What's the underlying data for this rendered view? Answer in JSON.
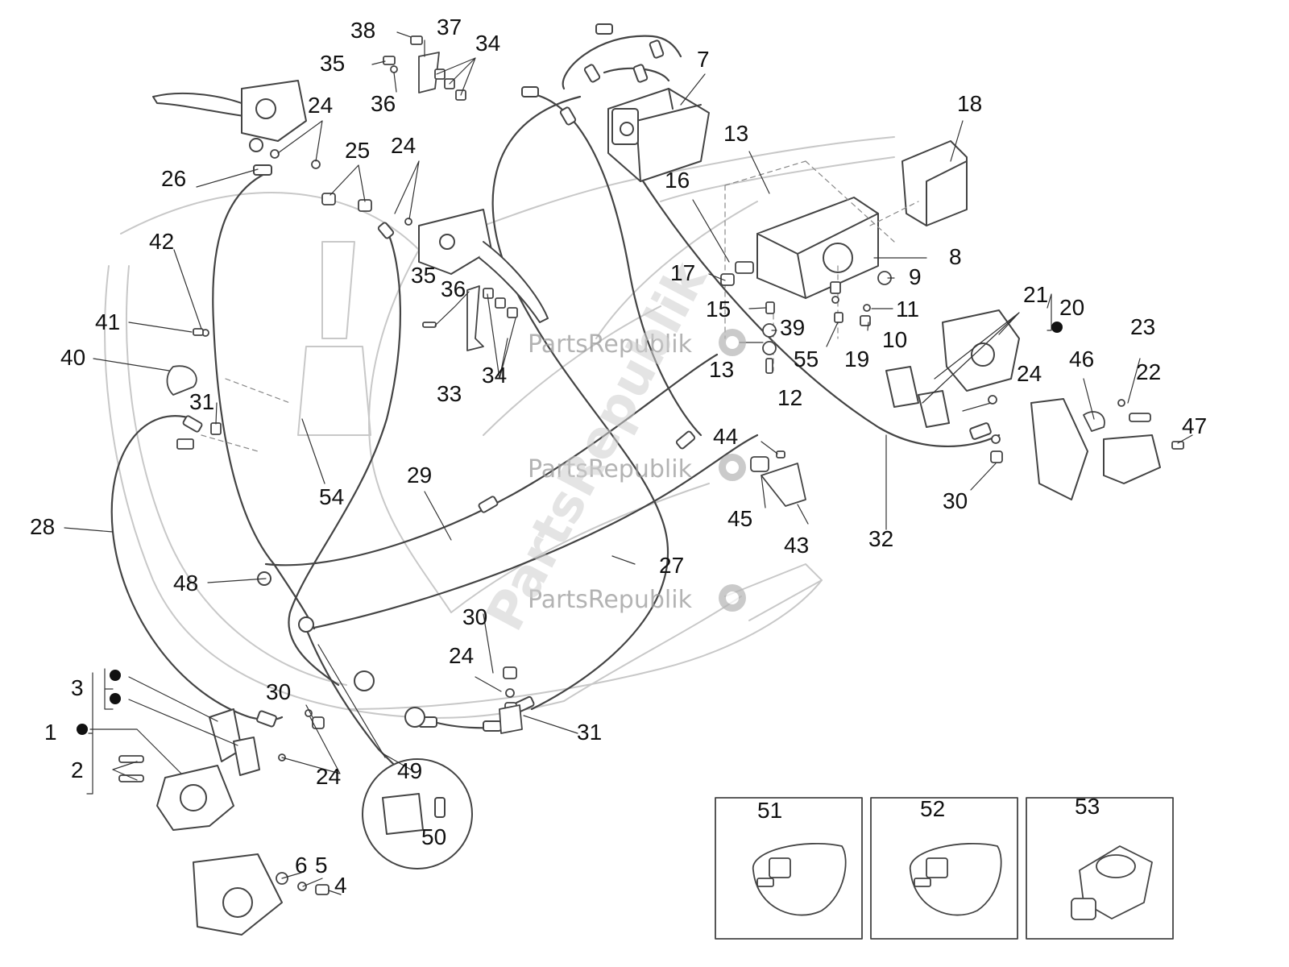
{
  "watermark": {
    "brand": "PartsRepublik",
    "diagonal": "PartsRepublik"
  },
  "callouts": [
    "38",
    "37",
    "34",
    "35",
    "36",
    "7",
    "24",
    "18",
    "25",
    "24",
    "26",
    "13",
    "16",
    "42",
    "35",
    "36",
    "8",
    "17",
    "9",
    "15",
    "11",
    "21",
    "20",
    "41",
    "39",
    "10",
    "40",
    "13",
    "55",
    "19",
    "34",
    "33",
    "12",
    "23",
    "24",
    "46",
    "22",
    "31",
    "47",
    "44",
    "29",
    "54",
    "45",
    "43",
    "32",
    "30",
    "28",
    "27",
    "48",
    "30",
    "24",
    "31",
    "3",
    "30",
    "1",
    "49",
    "2",
    "24",
    "50",
    "51",
    "52",
    "53",
    "6",
    "5",
    "4"
  ],
  "colors": {
    "line": "#444444",
    "frame": "#c8c8c8",
    "text": "#111111"
  }
}
